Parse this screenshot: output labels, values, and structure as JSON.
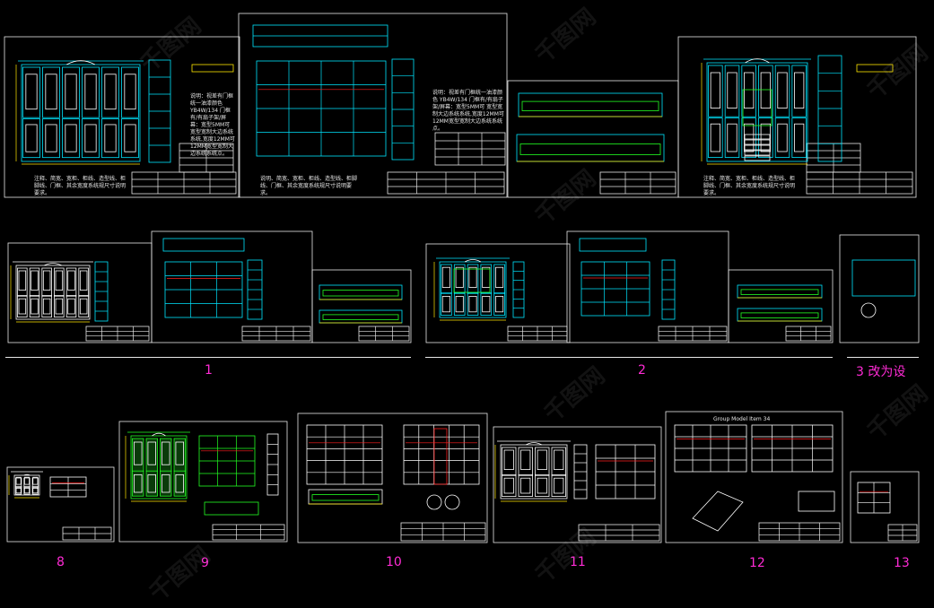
{
  "labels": {
    "set1": "1",
    "set2": "2",
    "set3": "3  改为设",
    "set8": "8",
    "set9": "9",
    "set10": "10",
    "set11": "11",
    "set12": "12",
    "set13": "13"
  },
  "notes": {
    "sheet1_note": "说明：视差有门框统一油漆颜色 YB4W/134 门框有/有扇子架/屏幕：宽型5MM可 宽型宽制大边系统系统,宽度12MM可 12MM宽型宽制大边系统系统点。",
    "sheet1_footer": "注释、简宽、宽柜、柜线、造型线、柜脚线、门框、其余宽度系统规尺寸说明要求。",
    "sheet2_note": "说明：视差有门框统一油漆颜色 YB4W/134 门框有/有扇子架/屏幕：宽型5MM可 宽型宽制大边系统系统,宽度12MM可 12MM宽型宽制大边系统系统点。",
    "sheet2_footer": "说明、简宽、宽柜、柜线、造型线、柜脚线、门框、其余宽度系统规尺寸说明要求。",
    "sheet4_footer": "注释、简宽、宽柜、柜线、造型线、柜脚线、门框、其余宽度系统规尺寸说明要求。",
    "sheet12_title": "Group Model Item 34"
  },
  "watermark": "千图网",
  "colors": {
    "background": "#000000",
    "frame": "#e8e8e8",
    "label": "#ff2bd5",
    "cyan": "#00e5ff",
    "green": "#22ff22",
    "yellow": "#ffe600",
    "red": "#ff2020",
    "white": "#ffffff"
  }
}
